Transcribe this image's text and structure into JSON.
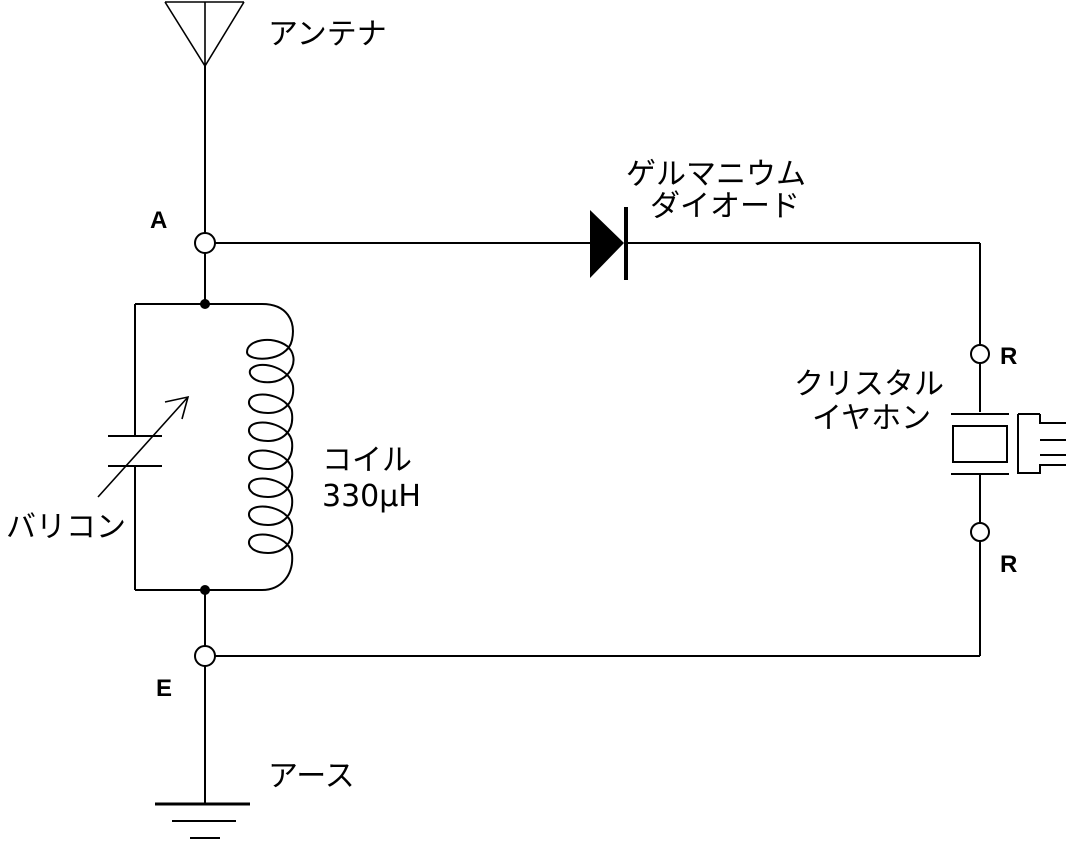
{
  "labels": {
    "antenna": "アンテナ",
    "diode_line1": "ゲルマニウム",
    "diode_line2": "ダイオード",
    "earphone_line1": "クリスタル",
    "earphone_line2": "イヤホン",
    "coil_name": "コイル",
    "coil_value": "330μH",
    "varicon": "バリコン",
    "earth": "アース"
  },
  "nodes": {
    "a": "A",
    "e": "E",
    "r_top": "R",
    "r_bottom": "R"
  },
  "colors": {
    "line": "#000000",
    "background": "#ffffff"
  }
}
